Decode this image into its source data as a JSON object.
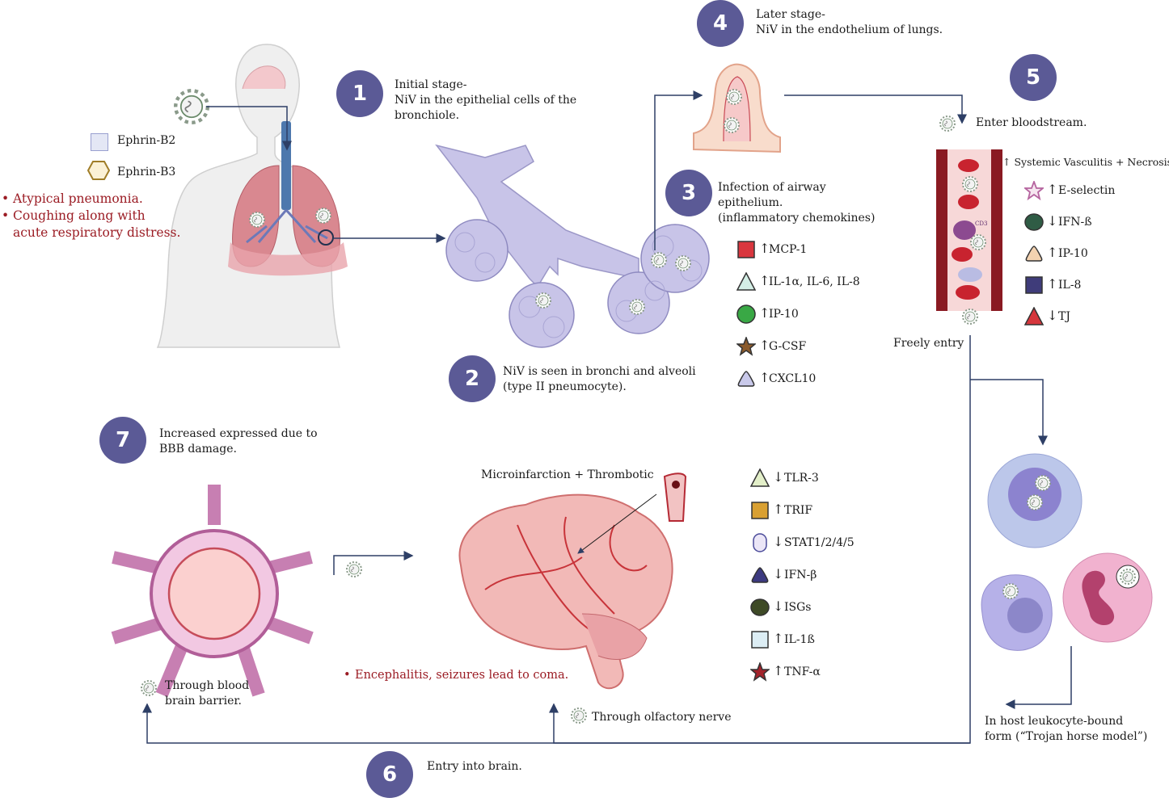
{
  "steps": [
    {
      "num": "1",
      "text": "Initial stage-\n NiV  in the epithelial cells of the\nbronchiole."
    },
    {
      "num": "2",
      "text": "NiV is seen in bronchi and alveoli\n(type II pneumocyte)."
    },
    {
      "num": "3",
      "text": "Infection of airway\nepithelium.\n(inflammatory chemokines)"
    },
    {
      "num": "4",
      "text": "Later stage-\n NiV  in the endothelium of lungs."
    },
    {
      "num": "5",
      "text": "Enter bloodstream."
    },
    {
      "num": "6",
      "text": "Entry into brain."
    },
    {
      "num": "7",
      "text": "Increased expressed due to\nBBB damage."
    }
  ],
  "receptors": [
    "Ephrin-B2",
    "Ephrin-B3"
  ],
  "lung_symptoms": [
    "Atypical pneumonia.",
    "Coughing along with\nacute respiratory distress."
  ],
  "airway_markers": [
    {
      "label": "MCP-1",
      "arrow": "↑",
      "shape": "square",
      "color": "#d9363e"
    },
    {
      "label": "IL-1α, IL-6, IL-8",
      "arrow": "↑",
      "shape": "triangle",
      "color": "#d4efe6"
    },
    {
      "label": "IP-10",
      "arrow": "↑",
      "shape": "circle",
      "color": "#39a845"
    },
    {
      "label": "G-CSF",
      "arrow": "↑",
      "shape": "star",
      "color": "#8b5a2b"
    },
    {
      "label": "CXCL10",
      "arrow": "↑",
      "shape": "rounded-triangle",
      "color": "#c9c9ea"
    }
  ],
  "blood_header": "Systemic Vasculitis + Necrosis",
  "blood_header_arrow": "↑",
  "blood_markers": [
    {
      "label": "E-selectin",
      "arrow": "↑",
      "shape": "star-outline",
      "color": "#b5649f"
    },
    {
      "label": "IFN-ß",
      "arrow": "↓",
      "shape": "oval",
      "color": "#2f5c45"
    },
    {
      "label": "IP-10",
      "arrow": "↑",
      "shape": "rounded-triangle",
      "color": "#f3d2b0"
    },
    {
      "label": "IL-8",
      "arrow": "↑",
      "shape": "square",
      "color": "#3f3c7a"
    },
    {
      "label": "TJ",
      "arrow": "↓",
      "shape": "triangle",
      "color": "#d6363c"
    }
  ],
  "freely_entry": "Freely entry",
  "cd_label": "CD3",
  "trojan_text": "In host leukocyte-bound\nform (“Trojan horse model”)",
  "brain_markers": [
    {
      "label": "TLR-3",
      "arrow": "↓",
      "shape": "triangle",
      "color": "#e3efc9"
    },
    {
      "label": "TRIF",
      "arrow": "↑",
      "shape": "square",
      "color": "#d9a032"
    },
    {
      "label": "STAT1/2/4/5",
      "arrow": "↓",
      "shape": "pill",
      "color": "#ebe6f7"
    },
    {
      "label": "IFN-β",
      "arrow": "↓",
      "shape": "rounded-triangle",
      "color": "#3c3a80"
    },
    {
      "label": "ISGs",
      "arrow": "↓",
      "shape": "oval",
      "color": "#3e4a26"
    },
    {
      "label": "IL-1ß",
      "arrow": "↑",
      "shape": "square",
      "color": "#dcedf4"
    },
    {
      "label": "TNF-α",
      "arrow": "↑",
      "shape": "star",
      "color": "#a3232b"
    }
  ],
  "microinfarction": "Microinfarction + Thrombotic",
  "brain_symptom": "Encephalitis, seizures lead to coma.",
  "bbb_text": "Through blood\nbrain barrier.",
  "olfactory_text": "Through olfactory nerve",
  "colors": {
    "badge": "#5b5a96",
    "arrow": "#2e3f66",
    "symptom": "#9b1c24",
    "lung": "#e08a95",
    "bronchiole": "#c7c3e6",
    "brain": "#f1b4b4"
  }
}
